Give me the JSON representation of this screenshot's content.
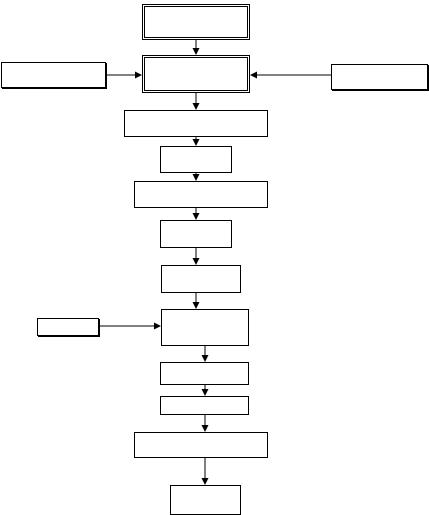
{
  "diagram": {
    "type": "flowchart",
    "colors": {
      "line": "#000000",
      "fill": "#ffffff"
    },
    "nodes": [
      {
        "id": "n1",
        "label": ""
      },
      {
        "id": "n2",
        "label": ""
      },
      {
        "id": "n_left1",
        "label": ""
      },
      {
        "id": "n_right1",
        "label": ""
      },
      {
        "id": "n3",
        "label": ""
      },
      {
        "id": "n4",
        "label": ""
      },
      {
        "id": "n5",
        "label": ""
      },
      {
        "id": "n6",
        "label": ""
      },
      {
        "id": "n7",
        "label": ""
      },
      {
        "id": "n8",
        "label": ""
      },
      {
        "id": "n_left2",
        "label": ""
      },
      {
        "id": "n9",
        "label": ""
      },
      {
        "id": "n10",
        "label": ""
      },
      {
        "id": "n11",
        "label": ""
      },
      {
        "id": "n12",
        "label": ""
      }
    ],
    "edges": [
      {
        "from": "n1",
        "to": "n2"
      },
      {
        "from": "n_left1",
        "to": "n2"
      },
      {
        "from": "n_right1",
        "to": "n2"
      },
      {
        "from": "n2",
        "to": "n3"
      },
      {
        "from": "n3",
        "to": "n4"
      },
      {
        "from": "n4",
        "to": "n5"
      },
      {
        "from": "n5",
        "to": "n6"
      },
      {
        "from": "n6",
        "to": "n7"
      },
      {
        "from": "n7",
        "to": "n8"
      },
      {
        "from": "n_left2",
        "to": "n8"
      },
      {
        "from": "n8",
        "to": "n9"
      },
      {
        "from": "n9",
        "to": "n10"
      },
      {
        "from": "n10",
        "to": "n11"
      },
      {
        "from": "n11",
        "to": "n12"
      }
    ]
  }
}
